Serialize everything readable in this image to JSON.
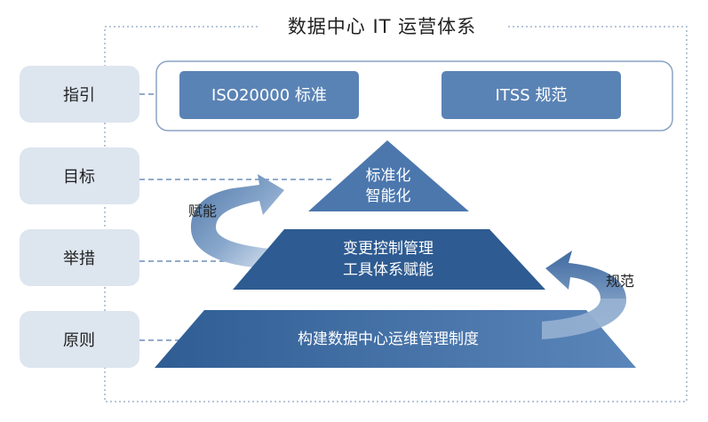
{
  "title": "数据中心 IT 运营体系",
  "side_labels": [
    "指引",
    "目标",
    "举措",
    "原则"
  ],
  "guidance": {
    "standards": [
      "ISO20000 标准",
      "ITSS 规范"
    ]
  },
  "pyramid": {
    "tiers": [
      {
        "lines": [
          "标准化",
          "智能化"
        ]
      },
      {
        "lines": [
          "变更控制管理",
          "工具体系赋能"
        ]
      },
      {
        "lines": [
          "构建数据中心运维管理制度"
        ]
      }
    ]
  },
  "loops": {
    "left": "赋能",
    "right": "规范"
  },
  "colors": {
    "side_box": "#dde5ef",
    "std_box": "#5a83b5",
    "tier_top": "#4b77ad",
    "tier_mid": "#2e5b91",
    "tier_bottom": "#3e6aa4",
    "border": "#9fb3cb"
  }
}
